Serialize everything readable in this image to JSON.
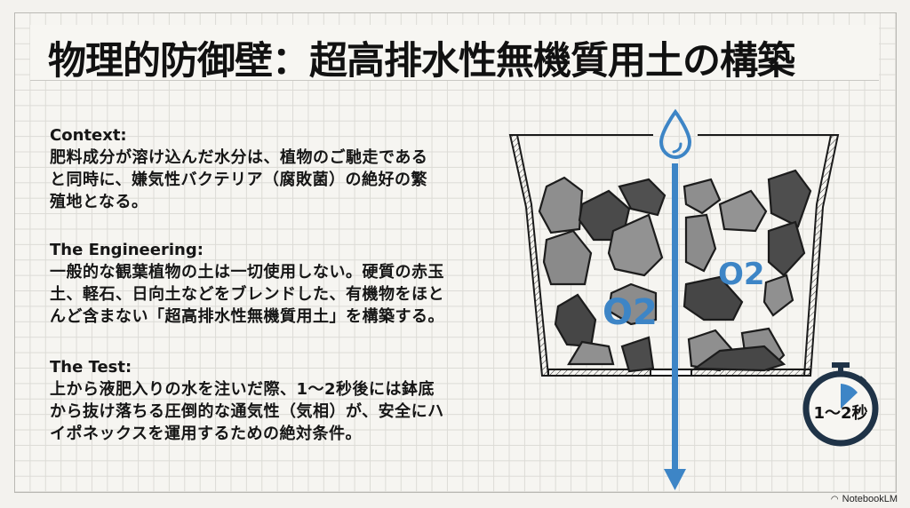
{
  "title": "物理的防御壁：超高排水性無機質用土の構築",
  "sections": [
    {
      "heading": "Context:",
      "lines": [
        "肥料成分が溶け込んだ水分は、植物のご馳走である",
        "と同時に、嫌気性バクテリア（腐敗菌）の絶好の繁",
        "殖地となる。"
      ]
    },
    {
      "heading": "The Engineering:",
      "lines": [
        "一般的な観葉植物の土は一切使用しない。硬質の赤玉",
        "土、軽石、日向土などをブレンドした、有機物をほと",
        "んど含まない「超高排水性無機質用土」を構築する。"
      ]
    },
    {
      "heading": "The Test:",
      "lines": [
        "上から液肥入りの水を注いだ際、1〜2秒後には鉢底",
        "から抜け落ちる圧倒的な通気性（気相）が、安全にハ",
        "イポネックスを運用するための絶対条件。"
      ]
    }
  ],
  "diagram": {
    "oxygen_label_left": "O2",
    "oxygen_label_right": "O2",
    "timer_label": "1〜2秒",
    "icons": [
      "water-drop-icon",
      "down-arrow-icon",
      "stopwatch-icon"
    ],
    "colors": {
      "accent_blue": "#3d85c6",
      "dark_navy": "#1f3347",
      "stone_light": "#9a9a9a",
      "stone_dark": "#4f4f4f"
    }
  },
  "footer": {
    "brand": "NotebookLM"
  }
}
